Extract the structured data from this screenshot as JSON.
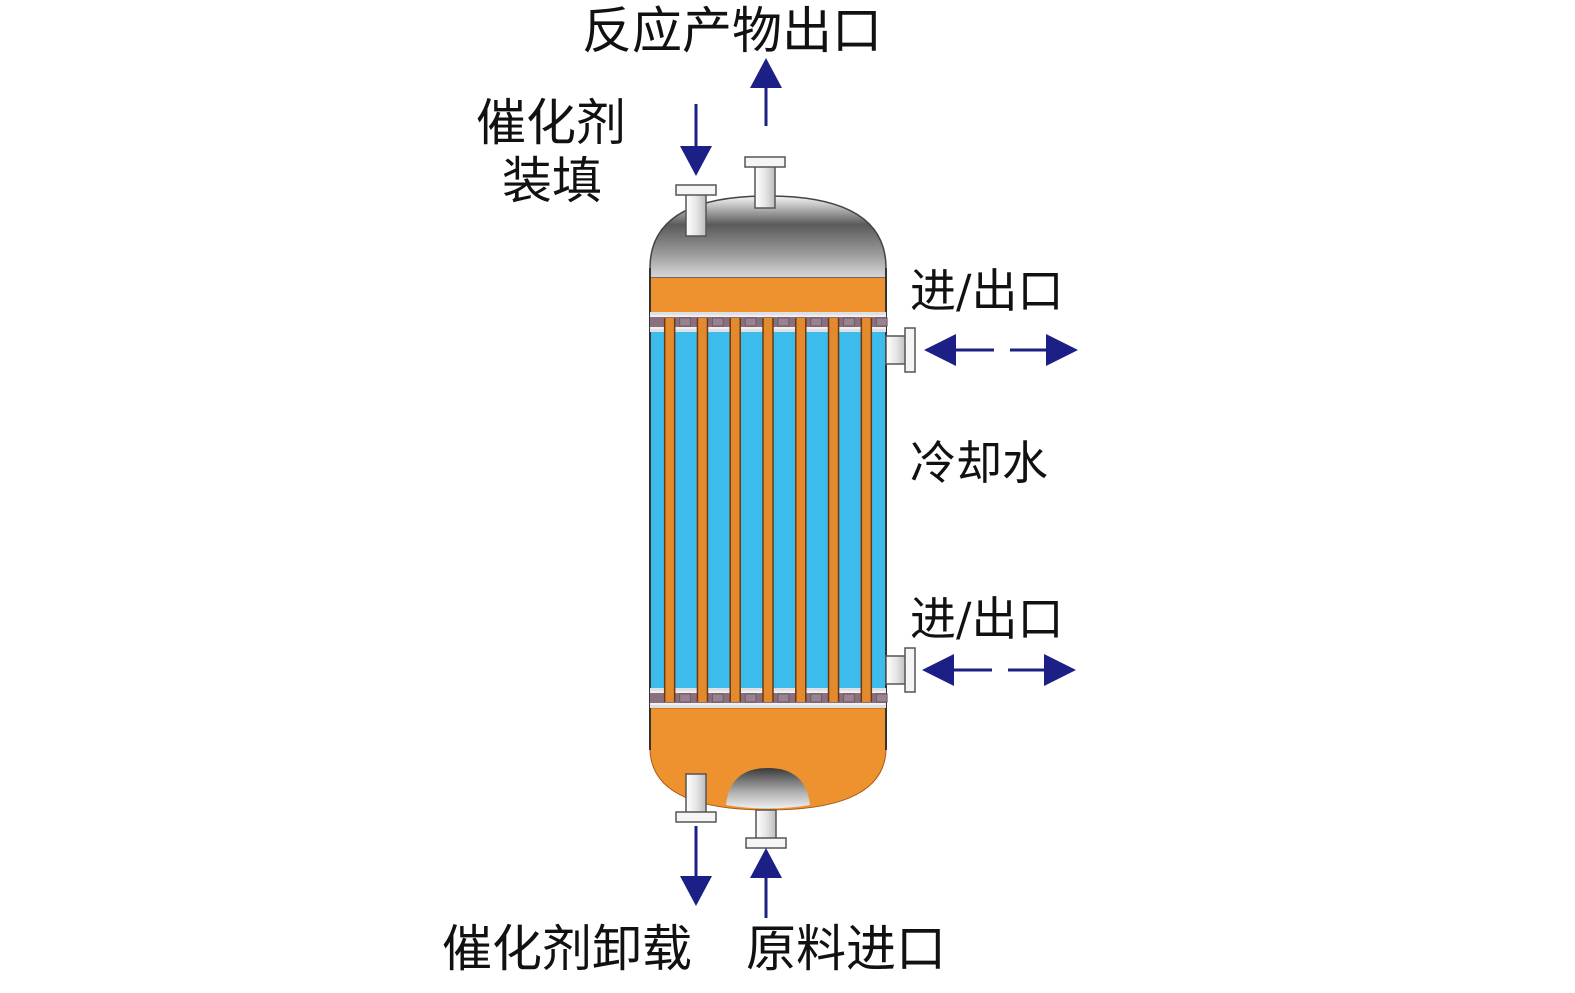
{
  "labels": {
    "product_outlet": "反应产物出口",
    "catalyst_loading_line1": "催化剂",
    "catalyst_loading_line2": "装填",
    "upper_port": "进/出口",
    "cooling_water": "冷却水",
    "lower_port": "进/出口",
    "catalyst_unloading": "催化剂卸载",
    "feed_inlet": "原料进口"
  },
  "colors": {
    "arrow": "#1c1f86",
    "shell_top": "#3e3e3e",
    "shell_top_light": "#f4f4f4",
    "orange": "#ee9230",
    "water_blue": "#3cbcec",
    "tube_orange": "#e48a2c",
    "tube_edge": "#6a3a15",
    "tubesheet": "#8a6f7f",
    "tubesheet_light": "#dfe0e4"
  },
  "diagram": {
    "tube_count": 7
  }
}
